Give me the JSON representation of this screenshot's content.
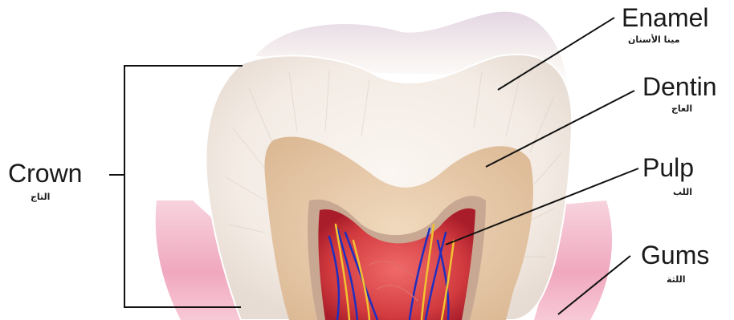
{
  "labels": {
    "enamel": {
      "en": "Enamel",
      "ar": "مينا الأسنان"
    },
    "dentin": {
      "en": "Dentin",
      "ar": "العاج"
    },
    "pulp": {
      "en": "Pulp",
      "ar": "اللب"
    },
    "gums": {
      "en": "Gums",
      "ar": "اللثة"
    },
    "crown": {
      "en": "Crown",
      "ar": "التاج"
    }
  },
  "colors": {
    "background": "#ffffff",
    "gums": "#f2b8c8",
    "enamel": "#f4ece6",
    "enamel_top": "#e9dfe6",
    "dentin": "#e6c9a6",
    "pulp": "#c8323a",
    "pulp_border": "#b89a8a",
    "vessel_blue": "#1f2fbf",
    "vessel_yellow": "#f1c232",
    "leader_line": "#111111"
  }
}
